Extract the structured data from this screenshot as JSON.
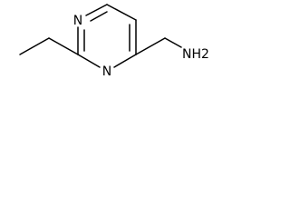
{
  "atoms": {
    "n1": "N",
    "n3": "N",
    "nh2": "NH2"
  },
  "colors": {
    "background": "#ffffff",
    "stroke": "#000000"
  }
}
